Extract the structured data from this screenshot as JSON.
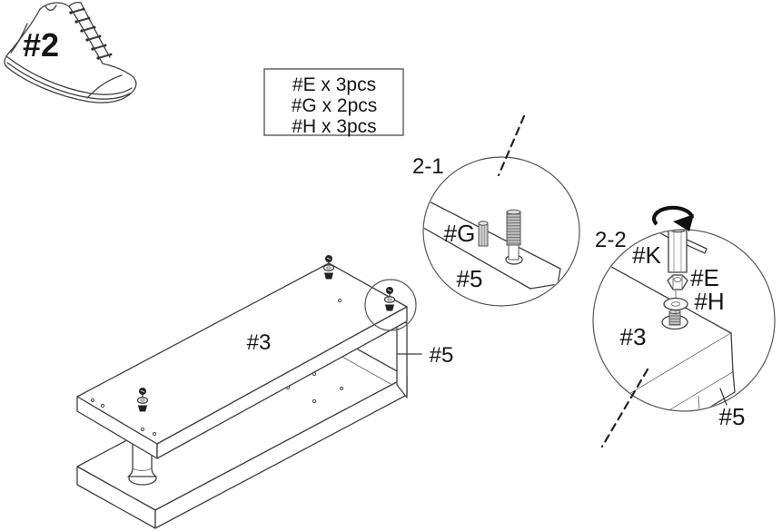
{
  "step": {
    "shoe_label": "#2"
  },
  "parts_list": {
    "items": [
      "#E x 3pcs",
      "#G x 2pcs",
      "#H x 3pcs"
    ]
  },
  "detail_2_1": {
    "step_label": "2-1",
    "labels": {
      "dowel": "#G",
      "panel": "#5"
    }
  },
  "detail_2_2": {
    "step_label": "2-2",
    "labels": {
      "tool": "#K",
      "nut": "#E",
      "washer": "#H",
      "board": "#3",
      "panel": "#5"
    }
  },
  "assembly": {
    "labels": {
      "top_board": "#3",
      "side_panel": "#5"
    }
  },
  "colors": {
    "line": "#3f3f3f",
    "text": "#161616",
    "metal_fill": "#c8c8c8",
    "dark_fill": "#1f1f1f",
    "background": "#ffffff"
  }
}
